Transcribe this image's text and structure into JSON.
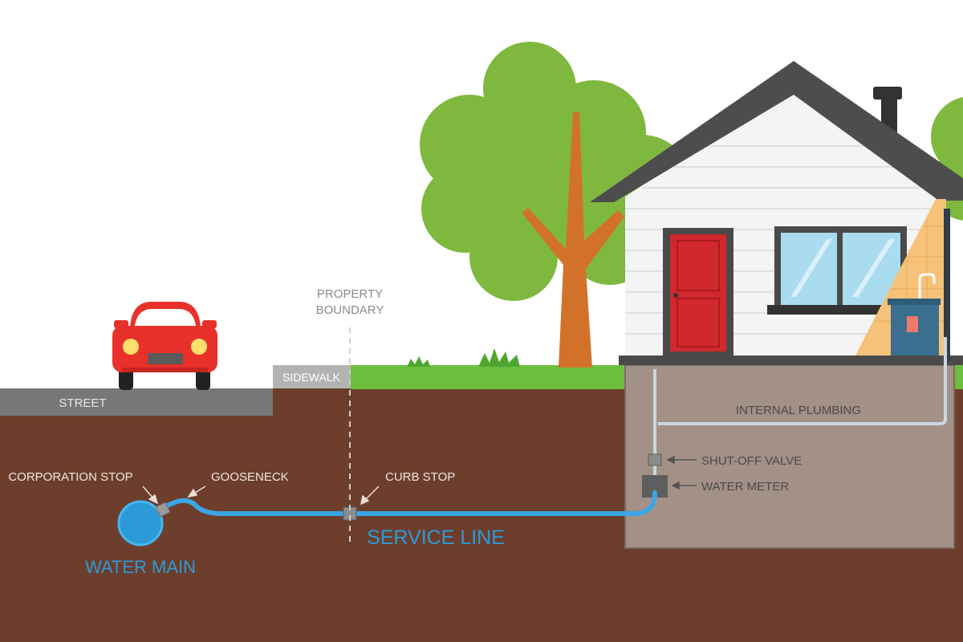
{
  "labels": {
    "street": "STREET",
    "sidewalk": "SIDEWALK",
    "property_boundary_line1": "PROPERTY",
    "property_boundary_line2": "BOUNDARY",
    "corporation_stop": "CORPORATION STOP",
    "gooseneck": "GOOSENECK",
    "curb_stop": "CURB STOP",
    "service_line": "SERVICE LINE",
    "water_main": "WATER MAIN",
    "internal_plumbing": "INTERNAL PLUMBING",
    "shut_off_valve": "SHUT-OFF VALVE",
    "water_meter": "WATER METER"
  },
  "colors": {
    "soil": "#6d3e2c",
    "grass": "#6cbf3e",
    "street": "#777777",
    "sidewalk": "#b3b3b3",
    "water_pipe": "#3aa6e6",
    "water_text": "#2d9ad8",
    "basement": "#a39087",
    "tree_green": "#7fb83e",
    "tree_trunk": "#d2722a",
    "roof": "#4d4d4d",
    "house_wall": "#f4f4f4",
    "door": "#d1282e",
    "car": "#e8312a",
    "label_text": "#4a4a4a"
  },
  "icons": [
    "car-icon",
    "tree-icon",
    "house-icon",
    "sink-icon",
    "faucet-icon"
  ]
}
